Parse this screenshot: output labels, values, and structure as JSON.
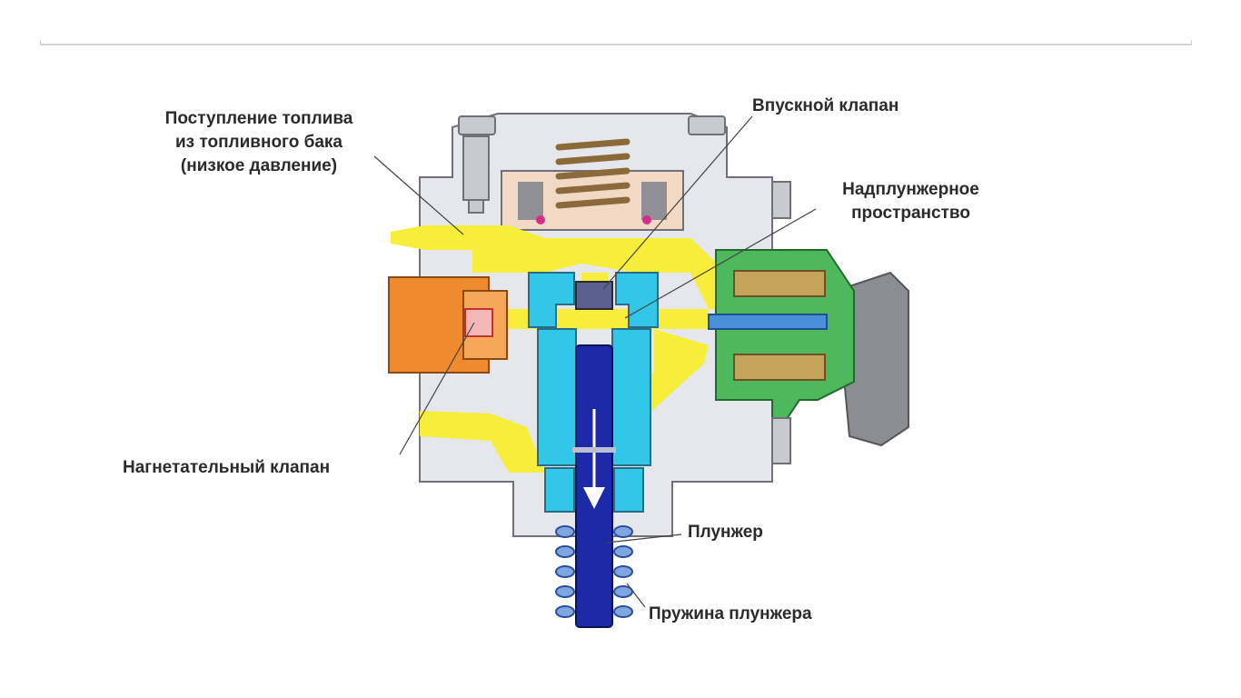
{
  "labels": {
    "fuel_inlet": [
      "Поступление топлива",
      "из топливного бака",
      "(низкое давление)"
    ],
    "inlet_valve": "Впускной клапан",
    "plunger_space": [
      "Надплунжерное",
      "пространство"
    ],
    "discharge_valve": "Нагнетательный клапан",
    "plunger": "Плунжер",
    "plunger_spring": "Пружина плунжера"
  },
  "colors": {
    "fuel": "#f6ee3a",
    "housing": "#e6e7ec",
    "sleeve": "#32c7e8",
    "plunger": "#1d2aa8",
    "solenoid": "#4db85c",
    "outlet": "#f08a2e",
    "coil": "#c6a35a"
  }
}
